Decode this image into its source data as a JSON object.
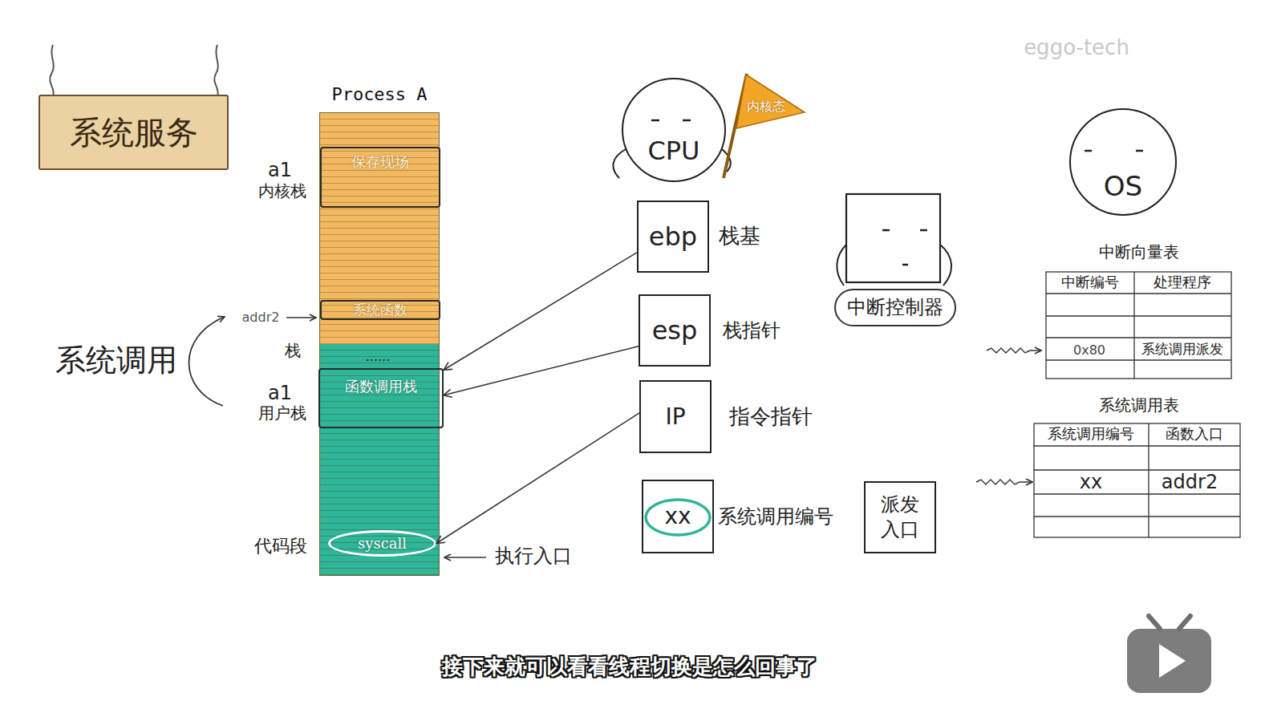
{
  "diagram": {
    "caption": "接下来就可以看看线程切换是怎么回事了",
    "nodes": [
      {
        "text": [
          "系统服务"
        ]
      },
      {
        "text": [
          "Process A"
        ]
      },
      {
        "text": [
          "保存现场"
        ],
        "in": 1
      },
      {
        "text": [
          "系统函数"
        ],
        "in": 1
      },
      {
        "text": [
          "函数调用栈"
        ],
        "in": 1
      },
      {
        "text": [
          "syscall"
        ],
        "in": 1
      },
      {
        "text": [
          "CPU"
        ]
      },
      {
        "text": [
          "内核态"
        ]
      },
      {
        "text": [
          "ebp",
          "栈基"
        ]
      },
      {
        "text": [
          "esp",
          "栈指针"
        ]
      },
      {
        "text": [
          "IP",
          "指令指针"
        ]
      },
      {
        "text": [
          "xx",
          "系统调用编号"
        ]
      },
      {
        "text": [
          "派发 入口"
        ]
      },
      {
        "text": [
          "中断控制器"
        ]
      },
      {
        "text": [
          "OS"
        ]
      }
    ],
    "edges": [
      {
        "from": 8,
        "to": 4,
        "arrow": "to"
      },
      {
        "from": 9,
        "to": 4,
        "arrow": "to"
      },
      {
        "from": 10,
        "to": 5,
        "arrow": "to"
      }
    ],
    "labels": [
      "a1",
      "内核栈",
      "addr2",
      "栈",
      "a1",
      "用户栈",
      "代码段",
      "系统调用",
      "......",
      "执行入口",
      "中断向量表",
      "中断编号",
      "处理程序",
      "0x80",
      "系统调用派发",
      "系统调用表",
      "系统调用编号",
      "函数入口",
      "xx",
      "addr2",
      "eggo-tech"
    ]
  }
}
